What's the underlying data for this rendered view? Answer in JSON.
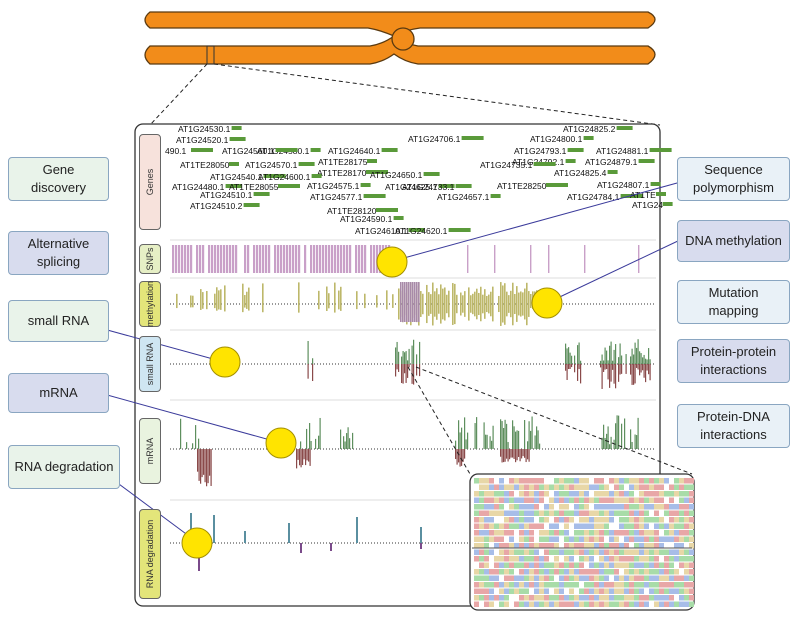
{
  "left_labels": [
    {
      "id": "gene-discovery",
      "text": "Gene\ndiscovery",
      "style": "green"
    },
    {
      "id": "alternative-splicing",
      "text": "Alternative\nsplicing",
      "style": "purple"
    },
    {
      "id": "small-rna",
      "text": "small RNA",
      "style": "green"
    },
    {
      "id": "mrna",
      "text": "mRNA",
      "style": "purple"
    },
    {
      "id": "rna-degradation",
      "text": "RNA degradation",
      "style": "green"
    }
  ],
  "right_labels": [
    {
      "id": "sequence-polymorphism",
      "text": "Sequence\npolymorphism",
      "style": "light"
    },
    {
      "id": "dna-methylation",
      "text": "DNA methylation",
      "style": "purple"
    },
    {
      "id": "mutation-mapping",
      "text": "Mutation\nmapping",
      "style": "light"
    },
    {
      "id": "protein-protein",
      "text": "Protein-protein\ninteractions",
      "style": "purple"
    },
    {
      "id": "protein-dna",
      "text": "Protein-DNA\ninteractions",
      "style": "light"
    }
  ],
  "tracks": [
    {
      "id": "genes",
      "label": "Genes",
      "color": "#f7e2dc"
    },
    {
      "id": "snps",
      "label": "SNPs",
      "color": "#e6efc5"
    },
    {
      "id": "methylation",
      "label": "methylation",
      "color": "#e3e57a"
    },
    {
      "id": "small-rna",
      "label": "small RNA",
      "color": "#cfe6f2"
    },
    {
      "id": "mrna",
      "label": "mRNA",
      "color": "#e9f3df"
    },
    {
      "id": "rna-degradation",
      "label": "RNA degradation",
      "color": "#e3e57a"
    }
  ],
  "gene_labels": [
    "AT1G24530.1",
    "AT1G24520.1",
    "490.1",
    "AT1G24580.1",
    "AT1G24640.1",
    "AT1G24706.1",
    "AT1G24800.1",
    "AT1G24825.2",
    "AT1G24560.1",
    "AT1TE28175",
    "AT1G24793.1",
    "AT1G24881.1",
    "AT1TE28050",
    "AT1G24570.1",
    "AT1TE28170",
    "AT1G24792.1",
    "AT1G24879.1",
    "AT1G24540.1",
    "AT1G24600.1",
    "AT1G24650.1",
    "AT1G24735.1",
    "AT1G24825.4",
    "AT1G24480.1",
    "AT1TE28055",
    "AT1G24575.1",
    "AT1G24625.1",
    "AT1TE28250",
    "AT1G24807.1",
    "AT1G24510.1",
    "AT1G24577.1",
    "AT1G24657.1",
    "AT1G24733.1",
    "AT1G24784.1",
    "AT1TE",
    "AT1G24510.2",
    "AT1TE28120",
    "AT1G24590.1",
    "AT1G24610.1",
    "AT1G24620.1",
    "AT1G24"
  ],
  "colors": {
    "chromosome": "#f28c1a",
    "chromosome_outline": "#5a3a10",
    "marker": "#ffe400",
    "snp": "#c9a0c8",
    "methylation": "#bdb86a",
    "rna_positive": "#5e8f5e",
    "rna_negative": "#8a4a4a",
    "connector": "#3b3b9b"
  }
}
